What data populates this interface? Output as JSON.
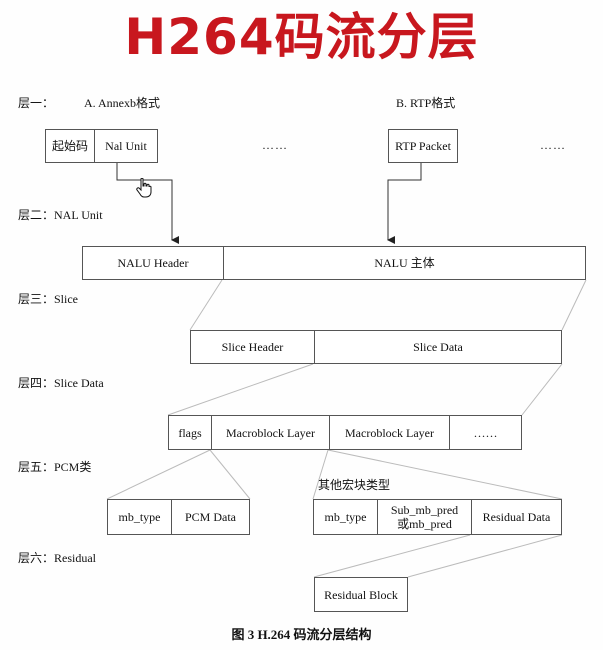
{
  "title": "H264码流分层",
  "caption": "图 3 H.264 码流分层结构",
  "layers": {
    "l1": "层一：",
    "l1a": "A. Annexb格式",
    "l1b": "B. RTP格式",
    "l2": "层二：NAL Unit",
    "l3": "层三：Slice",
    "l4": "层四：Slice Data",
    "l5": "层五：PCM类",
    "l6": "层六：Residual"
  },
  "annexb": {
    "start_code": "起始码",
    "nal_unit": "Nal Unit",
    "dots": "……"
  },
  "rtp": {
    "packet": "RTP Packet",
    "dots": "……"
  },
  "nalu": {
    "header": "NALU Header",
    "body": "NALU 主体"
  },
  "slice": {
    "header": "Slice Header",
    "data": "Slice Data"
  },
  "slice_data": {
    "flags": "flags",
    "mb1": "Macroblock Layer",
    "mb2": "Macroblock Layer",
    "dots": "……"
  },
  "pcm": {
    "mb_type": "mb_type",
    "pcm_data": "PCM Data"
  },
  "other": {
    "label": "其他宏块类型",
    "mb_type": "mb_type",
    "sub_pred_line1": "Sub_mb_pred",
    "sub_pred_line2": "或mb_pred",
    "residual_data": "Residual Data"
  },
  "residual": {
    "block": "Residual Block"
  }
}
